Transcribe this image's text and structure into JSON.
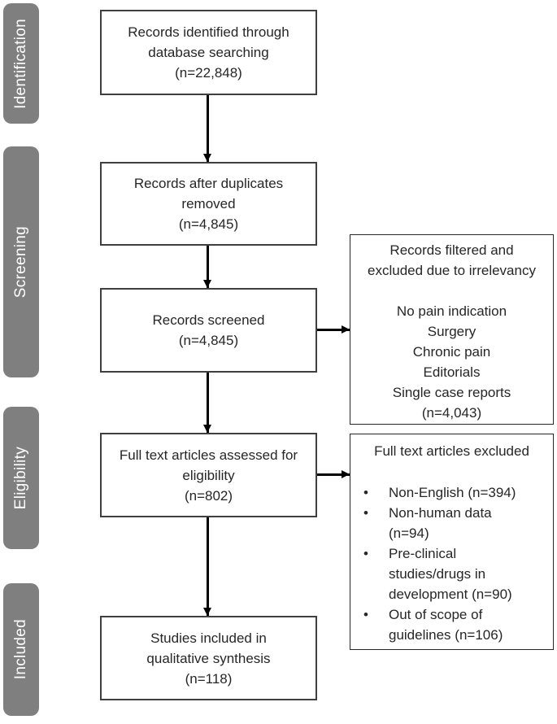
{
  "diagram": {
    "type": "prisma-flow",
    "colors": {
      "stage_bar": "#7f7f7f",
      "stage_text": "#ffffff",
      "main_box_border": "#3f3f3f",
      "side_box_border": "#262626",
      "box_background": "#ffffff",
      "text": "#262626",
      "arrow": "#000000"
    }
  },
  "stages": [
    {
      "label": "Identification"
    },
    {
      "label": "Screening"
    },
    {
      "label": "Eligibility"
    },
    {
      "label": "Included"
    }
  ],
  "flow_boxes": [
    {
      "text": "Records identified through\ndatabase searching\n(n=22,848)"
    },
    {
      "text": "Records after duplicates\nremoved\n(n=4,845)"
    },
    {
      "text": "Records screened\n(n=4,845)"
    },
    {
      "text": "Full text articles assessed for\neligibility\n(n=802)"
    },
    {
      "text": "Studies included in\nqualitative synthesis\n(n=118)"
    }
  ],
  "side_boxes": [
    {
      "title": "Records filtered and\nexcluded due to irrelevancy",
      "body": "No pain indication\nSurgery\nChronic pain\nEditorials\nSingle case reports\n(n=4,043)"
    },
    {
      "title": "Full text articles excluded",
      "items": [
        "Non-English (n=394)",
        "Non-human data\n(n=94)",
        "Pre-clinical\nstudies/drugs in\ndevelopment (n=90)",
        "Out of scope of\nguidelines (n=106)"
      ]
    }
  ]
}
